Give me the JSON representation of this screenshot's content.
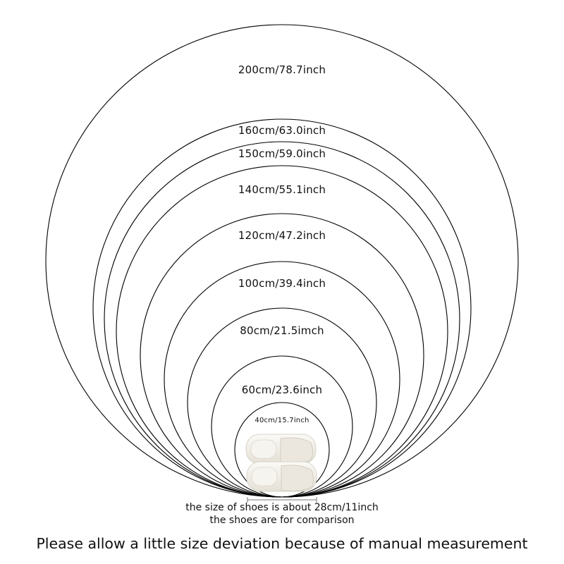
{
  "diagram": {
    "circles": [
      {
        "name": "circle-200cm",
        "label": "200cm/78.7inch"
      },
      {
        "name": "circle-160cm",
        "label": "160cm/63.0inch"
      },
      {
        "name": "circle-150cm",
        "label": "150cm/59.0inch"
      },
      {
        "name": "circle-140cm",
        "label": "140cm/55.1inch"
      },
      {
        "name": "circle-120cm",
        "label": "120cm/47.2inch"
      },
      {
        "name": "circle-100cm",
        "label": "100cm/39.4inch"
      },
      {
        "name": "circle-80cm",
        "label": "80cm/21.5imch"
      },
      {
        "name": "circle-60cm",
        "label": "60cm/23.6inch"
      },
      {
        "name": "circle-40cm",
        "label": "40cm/15.7inch"
      }
    ]
  },
  "notes": {
    "shoe_size": "the size of shoes is about 28cm/11inch",
    "comparison": "the shoes are for comparison",
    "disclaimer": "Please allow a little size deviation because of manual measurement"
  },
  "colors": {
    "stroke": "#000000",
    "text": "#111111",
    "background": "#ffffff",
    "shoe_fill": "#f2efe8"
  },
  "icons": {
    "shoes": "slippers-icon"
  }
}
